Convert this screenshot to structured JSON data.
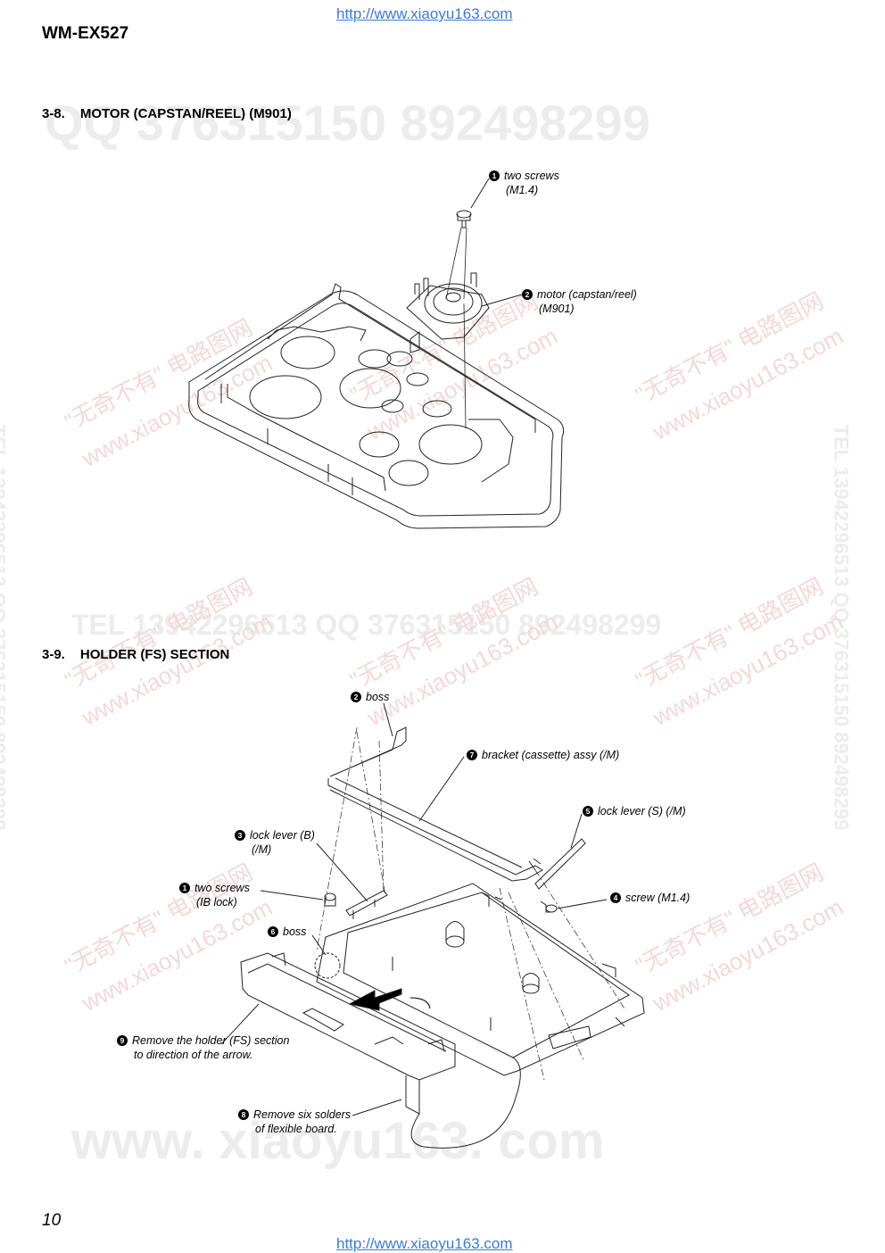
{
  "header": {
    "url_top": "http://www.xiaoyu163.com",
    "model": "WM-EX527"
  },
  "section_motor": {
    "number": "3-8.",
    "title": "MOTOR (CAPSTAN/REEL)  (M901)",
    "labels": [
      {
        "num": "1",
        "line1": "two screws",
        "line2": "(M1.4)"
      },
      {
        "num": "2",
        "line1": "motor (capstan/reel)",
        "line2": "(M901)"
      }
    ]
  },
  "section_holder": {
    "number": "3-9.",
    "title": "HOLDER (FS)  SECTION",
    "labels": [
      {
        "num": "2",
        "line1": "boss",
        "line2": ""
      },
      {
        "num": "7",
        "line1": "bracket (cassette) assy (/M)",
        "line2": ""
      },
      {
        "num": "5",
        "line1": "lock lever (S) (/M)",
        "line2": ""
      },
      {
        "num": "3",
        "line1": "lock lever (B)",
        "line2": "(/M)"
      },
      {
        "num": "1",
        "line1": "two screws",
        "line2": "(IB lock)"
      },
      {
        "num": "4",
        "line1": "screw (M1.4)",
        "line2": ""
      },
      {
        "num": "6",
        "line1": "boss",
        "line2": ""
      },
      {
        "num": "9",
        "line1": "Remove the holder (FS) section",
        "line2": "to direction of the arrow."
      },
      {
        "num": "8",
        "line1": "Remove six solders",
        "line2": "of flexible board."
      }
    ]
  },
  "watermarks": {
    "qq_line": "QQ 376315150   892498299",
    "tel_line": "TEL 13942296513      QQ 376315150   892498299",
    "side_text": "TEL 13942296513  QQ 376315150  892498299",
    "site_big": "www. xiaoyu163. com",
    "brand": "\"无奇不有\" 电路图网",
    "site_small": "www.xiaoyu163.com"
  },
  "footer": {
    "page_number": "10",
    "url_bottom": "http://www.xiaoyu163.com"
  }
}
